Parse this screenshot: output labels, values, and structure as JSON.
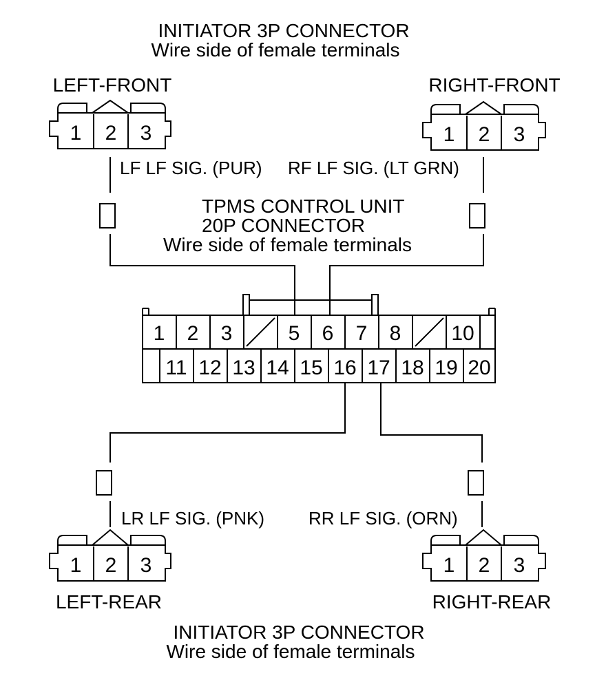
{
  "top_connector": {
    "title": "INITIATOR 3P CONNECTOR",
    "subtitle": "Wire side of female terminals"
  },
  "bottom_connector": {
    "title": "INITIATOR 3P CONNECTOR",
    "subtitle": "Wire side of female terminals"
  },
  "control_unit": {
    "line1": "TPMS CONTROL UNIT",
    "line2": "20P CONNECTOR",
    "line3": "Wire side of female terminals",
    "top_row": [
      "1",
      "2",
      "3",
      "",
      "5",
      "6",
      "7",
      "8",
      "",
      "10"
    ],
    "bottom_row": [
      "11",
      "12",
      "13",
      "14",
      "15",
      "16",
      "17",
      "18",
      "19",
      "20"
    ]
  },
  "initiators": {
    "left_front": {
      "name": "LEFT-FRONT",
      "pins": [
        "1",
        "2",
        "3"
      ],
      "signal": "LF LF SIG. (PUR)"
    },
    "right_front": {
      "name": "RIGHT-FRONT",
      "pins": [
        "1",
        "2",
        "3"
      ],
      "signal": "RF LF SIG. (LT GRN)"
    },
    "left_rear": {
      "name": "LEFT-REAR",
      "pins": [
        "1",
        "2",
        "3"
      ],
      "signal": "LR LF SIG. (PNK)"
    },
    "right_rear": {
      "name": "RIGHT-REAR",
      "pins": [
        "1",
        "2",
        "3"
      ],
      "signal": "RR LF SIG. (ORN)"
    }
  }
}
